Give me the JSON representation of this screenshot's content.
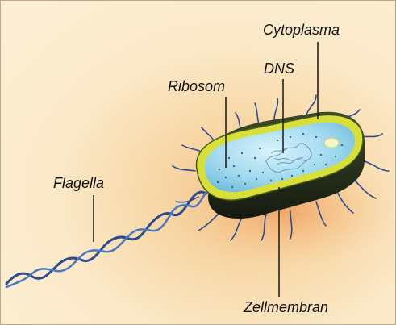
{
  "labels": {
    "cytoplasma": "Cytoplasma",
    "dns": "DNS",
    "ribosom": "Ribosom",
    "flagella": "Flagella",
    "zellmembran": "Zellmembran"
  },
  "colors": {
    "background": "#fcefd6",
    "shadow": "#f0a868",
    "membrane_outer": "#2a3a1e",
    "membrane_yellow": "#d8de3a",
    "cytoplasm": "#a9def0",
    "flagella": "#2e4c8c",
    "leader_line": "#222222"
  }
}
